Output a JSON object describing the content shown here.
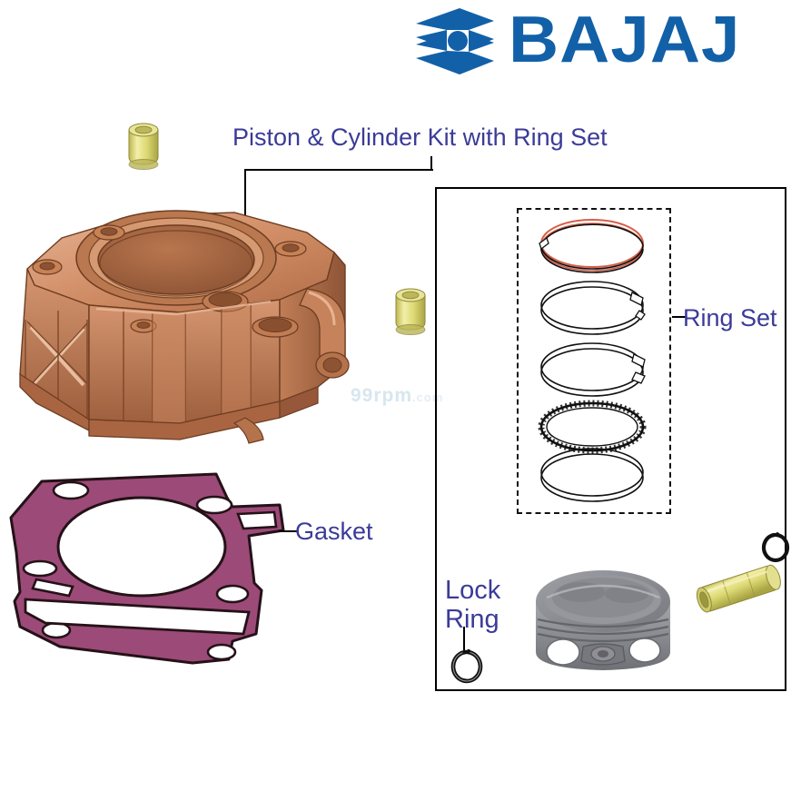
{
  "brand": {
    "name": "BAJAJ",
    "logo_icon": "bajaj-chevron-logo",
    "color": "#1260A8"
  },
  "diagram": {
    "title": "Piston & Cylinder Kit with Ring Set",
    "label_color": "#3B3B98",
    "watermark": "99rpm",
    "watermark_suffix": ".com",
    "labels": {
      "gasket": "Gasket",
      "ring_set": "Ring Set",
      "lock_ring_line1": "Lock",
      "lock_ring_line2": "Ring"
    },
    "parts": [
      {
        "name": "cylinder-block",
        "color": "#C8825C"
      },
      {
        "name": "gasket",
        "color": "#9C4A77"
      },
      {
        "name": "dowel-bush-upper",
        "color": "#D6D36A"
      },
      {
        "name": "dowel-bush-lower",
        "color": "#D6D36A"
      },
      {
        "name": "piston",
        "color": "#8A8C91"
      },
      {
        "name": "gudgeon-pin",
        "color": "#D6D36A"
      },
      {
        "name": "lock-ring-left",
        "color": "#111111"
      },
      {
        "name": "lock-ring-right",
        "color": "#111111"
      },
      {
        "name": "piston-ring-top",
        "color": "#D4604A"
      },
      {
        "name": "piston-ring-second",
        "color": "#111111"
      },
      {
        "name": "piston-ring-third",
        "color": "#111111"
      },
      {
        "name": "oil-ring-expander",
        "color": "#111111"
      },
      {
        "name": "oil-ring-rail",
        "color": "#111111"
      }
    ]
  }
}
